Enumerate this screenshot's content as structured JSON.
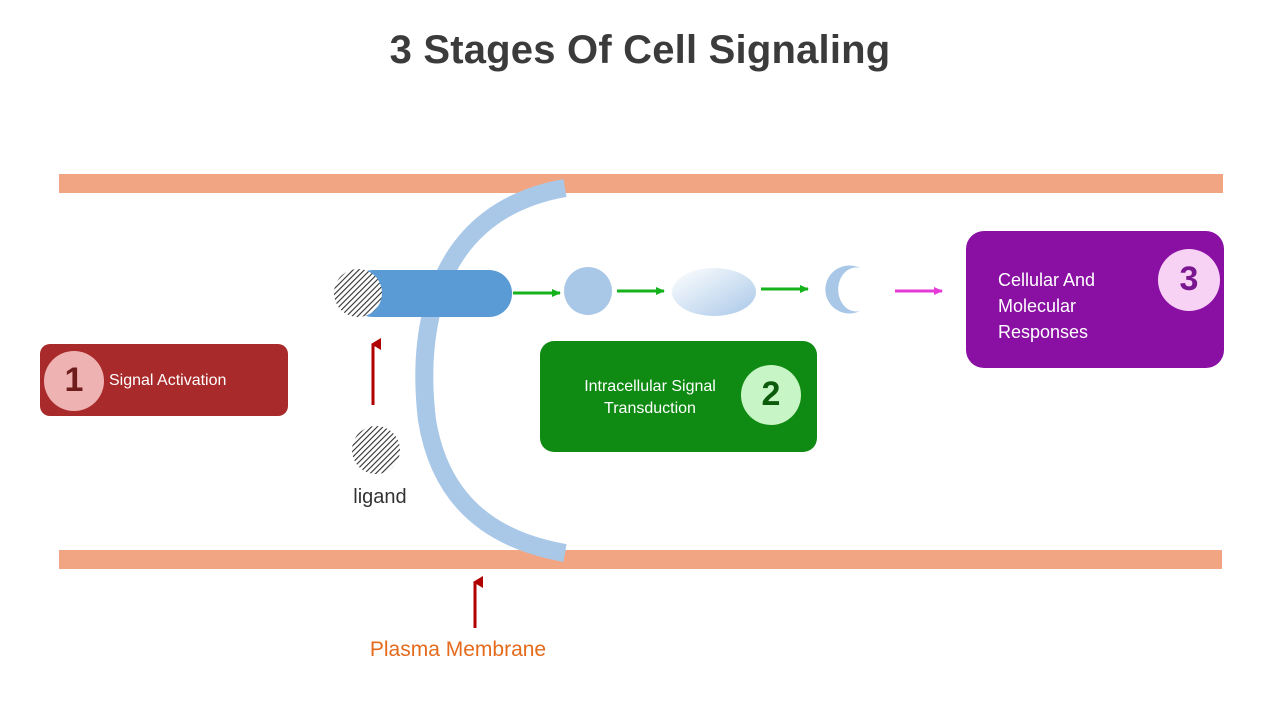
{
  "title": "3 Stages Of Cell Signaling",
  "stages": [
    {
      "number": "1",
      "label": "Signal Activation",
      "color": "#a82a2a"
    },
    {
      "number": "2",
      "label": "Intracellular Signal Transduction",
      "color": "#0f8a12"
    },
    {
      "number": "3",
      "label": "Cellular And Molecular Responses",
      "color": "#8a0fa3"
    }
  ],
  "ligand_label": "ligand",
  "membrane_label": "Plasma Membrane",
  "colors": {
    "membrane": "#f2a582",
    "cell_arc": "#a9c8e8",
    "receptor": "#5b9bd5",
    "arrow_green": "#16b21c",
    "arrow_magenta": "#e53ad8",
    "arrow_red": "#b00000"
  }
}
